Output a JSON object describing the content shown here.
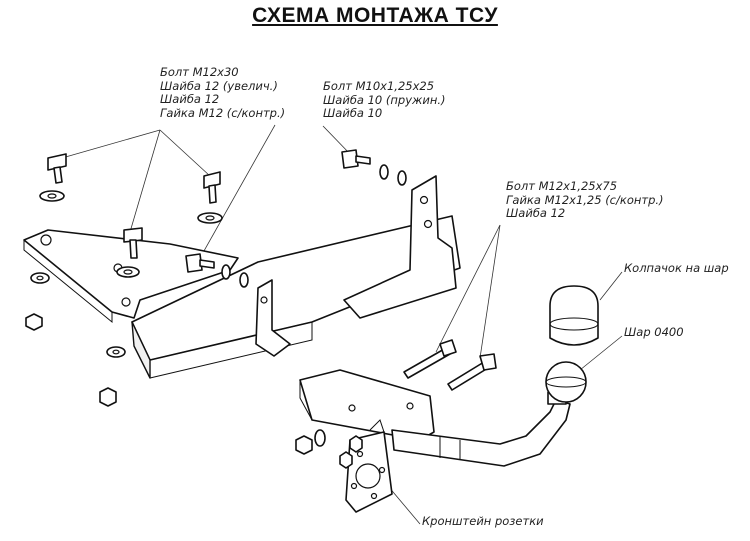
{
  "title": "СХЕМА МОНТАЖА ТСУ",
  "callouts": {
    "bolt_m12x30": {
      "lines": [
        "Болт М12х30",
        "Шайба 12 (увелич.)",
        "Шайба 12",
        "Гайка М12 (с/контр.)"
      ]
    },
    "bolt_m10": {
      "lines": [
        "Болт М10х1,25х25",
        "Шайба 10 (пружин.)",
        "Шайба 10"
      ]
    },
    "bolt_m12x75": {
      "lines": [
        "Болт М12х1,25х75",
        "Гайка М12х1,25 (с/контр.)",
        "Шайба 12"
      ]
    },
    "ball_cap": {
      "lines": [
        "Колпачок на шар"
      ]
    },
    "ball": {
      "lines": [
        "Шар 0400"
      ]
    },
    "socket_bracket": {
      "lines": [
        "Кронштейн розетки"
      ]
    }
  }
}
